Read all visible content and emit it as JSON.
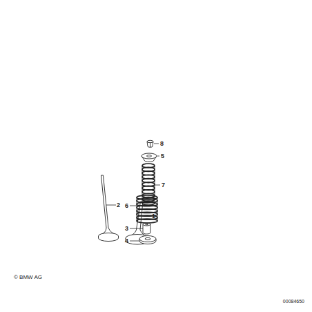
{
  "diagram": {
    "labels": [
      "1",
      "2",
      "3",
      "4",
      "5",
      "6",
      "7",
      "8",
      "© BMW AG",
      "00084650"
    ]
  }
}
